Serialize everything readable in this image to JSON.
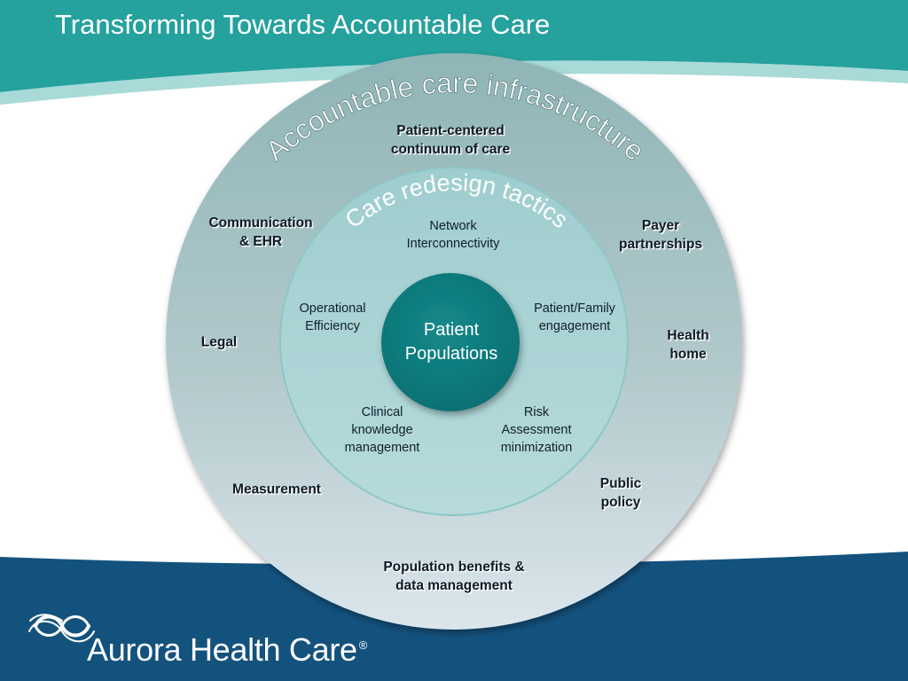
{
  "slide": {
    "title": "Transforming Towards Accountable Care"
  },
  "diagram": {
    "outer_ring_title": "Accountable care infrastructure",
    "inner_ring_title": "Care redesign tactics",
    "core_label": "Patient\nPopulations",
    "outer_items": [
      "Patient-centered\ncontinuum of care",
      "Payer\npartnerships",
      "Health\nhome",
      "Public\npolicy",
      "Population benefits &\ndata management",
      "Measurement",
      "Legal",
      "Communication\n& EHR"
    ],
    "inner_items": [
      "Network\nInterconnectivity",
      "Patient/Family\nengagement",
      "Risk\nAssessment\nminimization",
      "Clinical\nknowledge\nmanagement",
      "Operational\nEfficiency"
    ]
  },
  "branding": {
    "logo_text": "Aurora Health Care",
    "registered_mark": "®"
  },
  "colors": {
    "header_teal": "#25a19e",
    "footer_navy": "#14527e",
    "core_teal": "#0d7d80",
    "inner_ring": "#a9d3d4",
    "outer_ring_top": "#8fb5b6",
    "outer_ring_bottom": "#d7e4ea"
  }
}
